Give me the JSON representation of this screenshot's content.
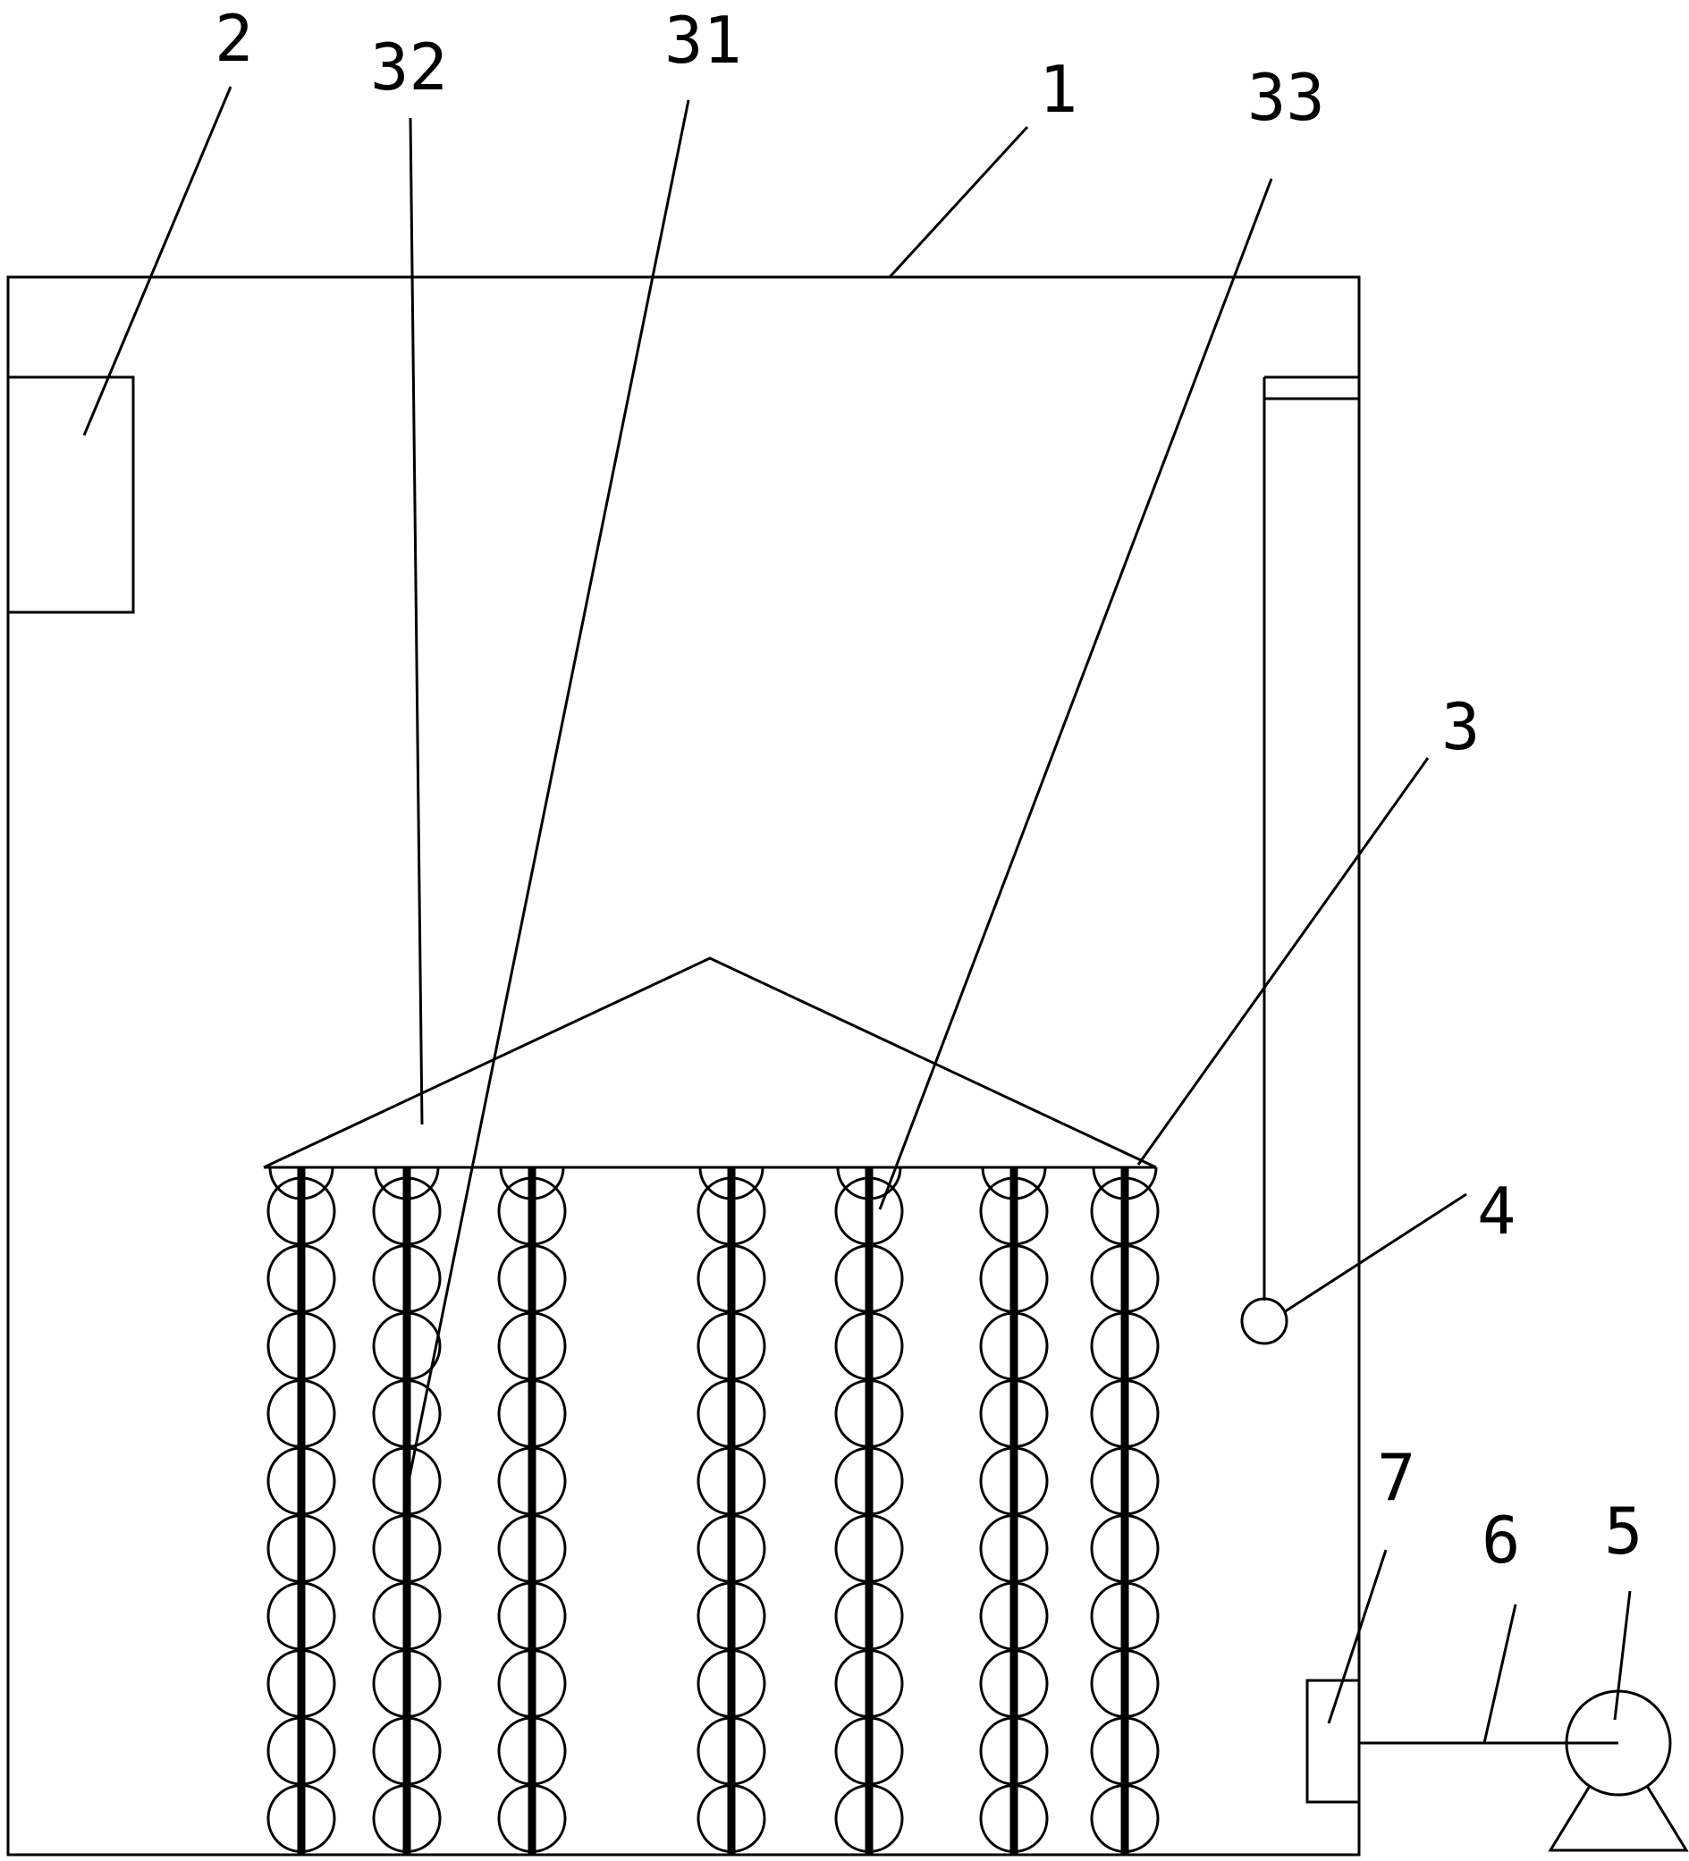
{
  "figure": {
    "labels": {
      "l1": "1",
      "l2": "2",
      "l3": "3",
      "l4": "4",
      "l5": "5",
      "l6": "6",
      "l7": "7",
      "l31": "31",
      "l32": "32",
      "l33": "33"
    }
  }
}
